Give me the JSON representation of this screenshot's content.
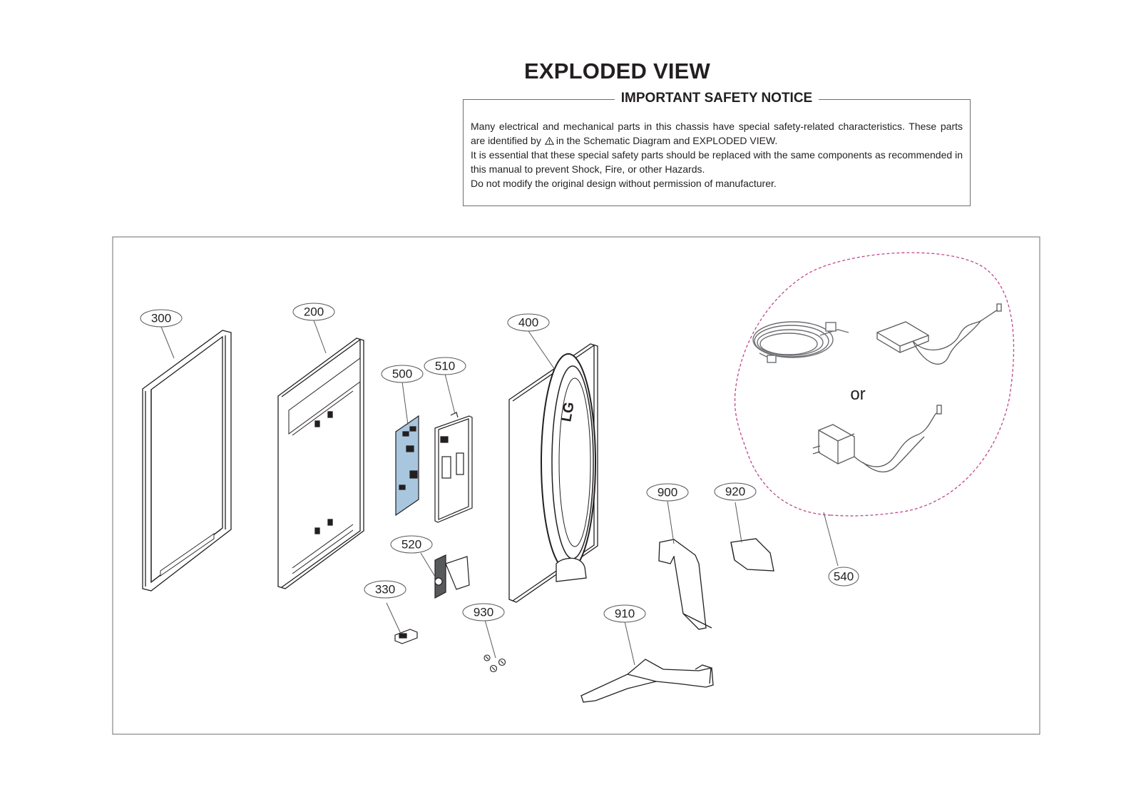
{
  "title": "EXPLODED VIEW",
  "notice": {
    "heading": "IMPORTANT SAFETY NOTICE",
    "line1": "Many electrical and mechanical parts in this chassis have special safety-related characteristics. These parts are identified by",
    "line1_tail": "in the Schematic Diagram and EXPLODED VIEW.",
    "line2": "It is essential that these special safety parts should be replaced with the same components as recommended in this manual to prevent Shock, Fire, or other Hazards.",
    "line3": "Do not modify the original design without permission of manufacturer."
  },
  "or_label": "or",
  "callouts": {
    "c300": "300",
    "c200": "200",
    "c400": "400",
    "c500": "500",
    "c510": "510",
    "c520": "520",
    "c330": "330",
    "c930": "930",
    "c910": "910",
    "c900": "900",
    "c920": "920",
    "c540": "540"
  }
}
